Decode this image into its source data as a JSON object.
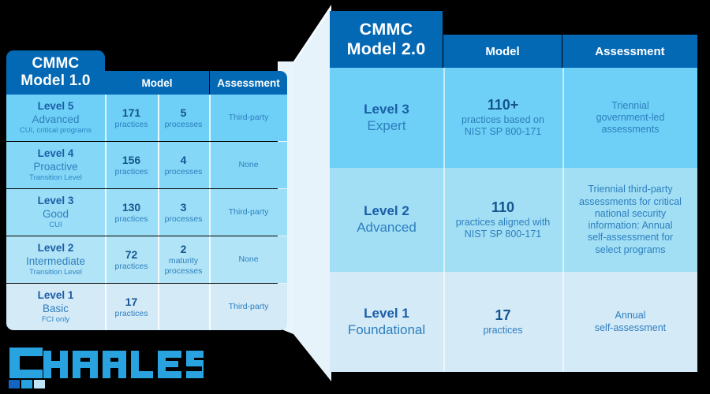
{
  "meta": {
    "background_color": "#000000",
    "header_blue": "#0469b5",
    "text_blue": "#1b5ea7",
    "subtext_blue": "#2e7fbe"
  },
  "table_1": {
    "title_line1": "CMMC",
    "title_line2": "Model 1.0",
    "headers": {
      "model": "Model",
      "assessment": "Assessment"
    },
    "rows": [
      {
        "level": "Level 5",
        "name": "Advanced",
        "note": "CUI, critical programs",
        "practices_num": "171",
        "practices_unit": "practices",
        "processes_num": "5",
        "processes_unit": "processes",
        "assessment": "Third-party",
        "color": "#6ed0f6"
      },
      {
        "level": "Level 4",
        "name": "Proactive",
        "note": "Transition Level",
        "practices_num": "156",
        "practices_unit": "practices",
        "processes_num": "4",
        "processes_unit": "processes",
        "assessment": "None",
        "color": "#84d7f7"
      },
      {
        "level": "Level 3",
        "name": "Good",
        "note": "CUI",
        "practices_num": "130",
        "practices_unit": "practices",
        "processes_num": "3",
        "processes_unit": "processes",
        "assessment": "Third-party",
        "color": "#9bdef8"
      },
      {
        "level": "Level 2",
        "name": "Intermediate",
        "note": "Transition Level",
        "practices_num": "72",
        "practices_unit": "practices",
        "processes_num": "2",
        "processes_unit": "maturity processes",
        "assessment": "None",
        "color": "#b2e4f7"
      },
      {
        "level": "Level 1",
        "name": "Basic",
        "note": "FCI only",
        "practices_num": "17",
        "practices_unit": "practices",
        "processes_num": "",
        "processes_unit": "",
        "assessment": "Third-party",
        "color": "#d4eaf7"
      }
    ]
  },
  "table_2": {
    "title_line1": "CMMC",
    "title_line2": "Model 2.0",
    "headers": {
      "model": "Model",
      "assessment": "Assessment"
    },
    "rows": [
      {
        "level": "Level 3",
        "name": "Expert",
        "model_num": "110+",
        "model_desc_line1": "practices based on",
        "model_desc_line2": "NIST SP 800-171",
        "assessment_lines": [
          "Triennial",
          "government-led",
          "assessments"
        ],
        "color": "#6ed0f6"
      },
      {
        "level": "Level 2",
        "name": "Advanced",
        "model_num": "110",
        "model_desc_line1": "practices aligned with",
        "model_desc_line2": "NIST SP 800-171",
        "assessment_lines": [
          "Triennial third-party",
          "assessments for critical",
          "national security",
          "information: Annual",
          "self-assessment for",
          "select programs"
        ],
        "color": "#a2dff5"
      },
      {
        "level": "Level 1",
        "name": "Foundational",
        "model_num": "17",
        "model_desc_line1": "practices",
        "model_desc_line2": "",
        "assessment_lines": [
          "Annual",
          "self-assessment"
        ],
        "color": "#d4eaf7"
      }
    ]
  },
  "logo": {
    "wordmark": "CHARLES",
    "colors": [
      "#1565c0",
      "#29a3e0",
      "#bfe3f7"
    ]
  }
}
